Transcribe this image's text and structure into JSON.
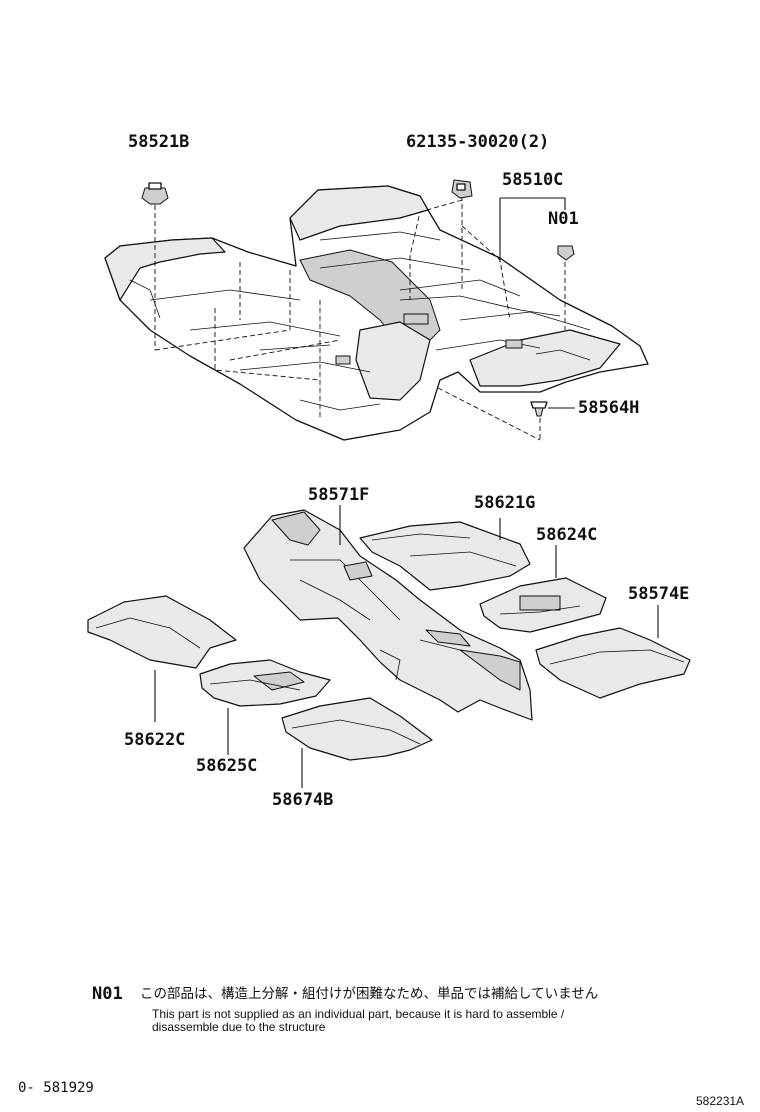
{
  "part_labels": {
    "p58521B": "58521B",
    "p62135": "62135-30020(2)",
    "p58510C": "58510C",
    "pN01": "N01",
    "p58564H": "58564H",
    "p58571F": "58571F",
    "p58621G": "58621G",
    "p58624C": "58624C",
    "p58574E": "58574E",
    "p58622C": "58622C",
    "p58625C": "58625C",
    "p58674B": "58674B"
  },
  "note": {
    "code": "N01",
    "japanese": "この部品は、構造上分解・組付けが困難なため、単品では補給していません",
    "english_line1": "This part is not supplied as an individual part, because it is hard to assemble /",
    "english_line2": "disassemble due to the structure"
  },
  "footer": {
    "left": "0- 581929",
    "right": "582231A"
  }
}
